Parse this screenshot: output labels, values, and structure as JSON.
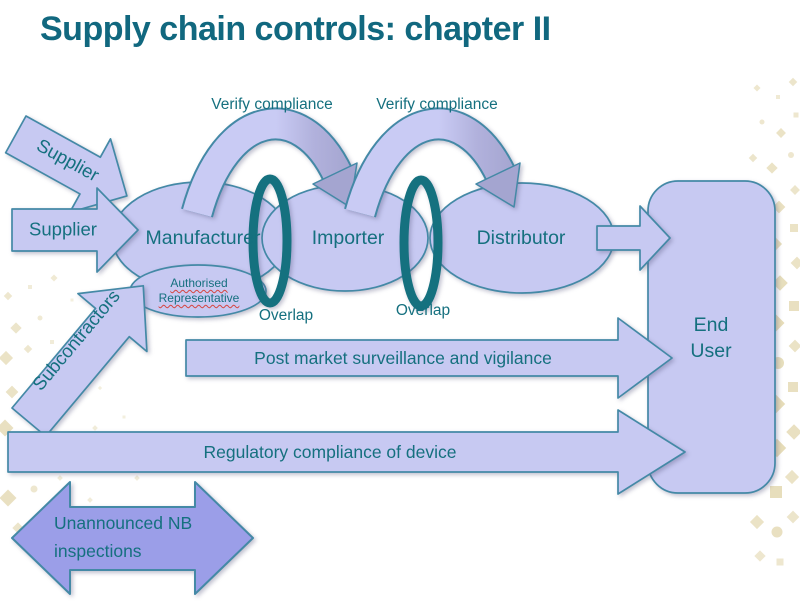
{
  "title": "Supply chain controls: chapter II",
  "colors": {
    "slide_background": "#FFFFFF",
    "title_text": "#11687F",
    "label_text": "#15707F",
    "shape_fill": "#C7C9F2",
    "shape_fill_dark": "#9B9EE8",
    "shape_outline": "#4489A6",
    "arc_fill_light": "#C9CBF4",
    "arc_fill_mid": "#B1B1DC",
    "arc_fill_dark": "#A4A5D0",
    "ring": "#15717F",
    "decoration": "#DDD0A0"
  },
  "nodes": {
    "manufacturer": {
      "label": "Manufacturer"
    },
    "importer": {
      "label": "Importer"
    },
    "distributor": {
      "label": "Distributor"
    },
    "authorised_representative": {
      "label_line1": "Authorised",
      "label_line2": "Representative"
    },
    "end_user": {
      "label_line1": "End",
      "label_line2": "User"
    }
  },
  "arrows": {
    "supplier_diagonal": {
      "label": "Supplier"
    },
    "supplier_horizontal": {
      "label": "Supplier"
    },
    "subcontractors": {
      "label": "Subcontractors"
    },
    "distributor_to_end_user": {
      "label": ""
    },
    "post_market": {
      "label": "Post market surveillance and vigilance"
    },
    "regulatory": {
      "label": "Regulatory compliance of device"
    },
    "unannounced": {
      "label_line1": "Unannounced NB",
      "label_line2": "inspections"
    }
  },
  "annotations": {
    "verify_compliance_1": "Verify compliance",
    "verify_compliance_2": "Verify compliance",
    "overlap_1": "Overlap",
    "overlap_2": "Overlap"
  }
}
